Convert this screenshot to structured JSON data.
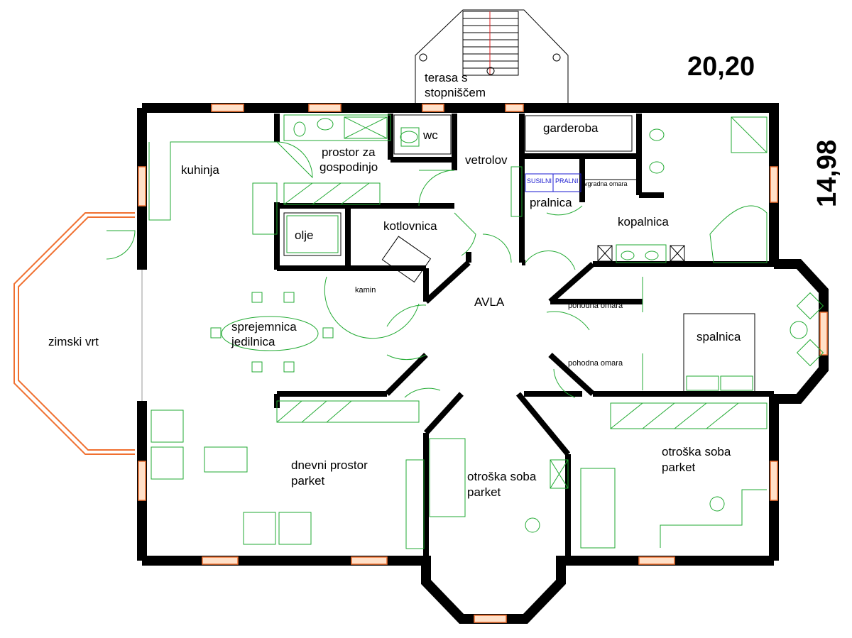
{
  "dimensions": {
    "width_label": "20,20",
    "height_label": "14,98"
  },
  "rooms": {
    "terasa": "terasa s stopniščem",
    "terasa_line1": "terasa s",
    "terasa_line2": "stopniščem",
    "kuhinja": "kuhinja",
    "prostor_gospodinjo_line1": "prostor za",
    "prostor_gospodinjo_line2": "gospodinjo",
    "wc": "wc",
    "vetrolov": "vetrolov",
    "garderoba": "garderoba",
    "olje": "olje",
    "kotlovnica": "kotlovnica",
    "pralnica": "pralnica",
    "kopalnica": "kopalnica",
    "kamin": "kamin",
    "avla": "AVLA",
    "zimski_vrt": "zimski vrt",
    "sprejemnica_line1": "sprejemnica",
    "sprejemnica_line2": "jedilnica",
    "pohodna_omara_1": "pohodna omara",
    "pohodna_omara_2": "pohodna omara",
    "spalnica": "spalnica",
    "dnevni_line1": "dnevni prostor",
    "dnevni_line2": "parket",
    "otroska1_line1": "otroška soba",
    "otroska1_line2": "parket",
    "otroska2_line1": "otroška soba",
    "otroska2_line2": "parket",
    "vgradna_omara": "vgradna omara",
    "susilni": "SUSILNI",
    "pralni": "PRALNI"
  },
  "colors": {
    "wall": "#000000",
    "window": "#f07030",
    "furniture": "#22aa33",
    "door": "#22aa33",
    "background": "#ffffff"
  }
}
